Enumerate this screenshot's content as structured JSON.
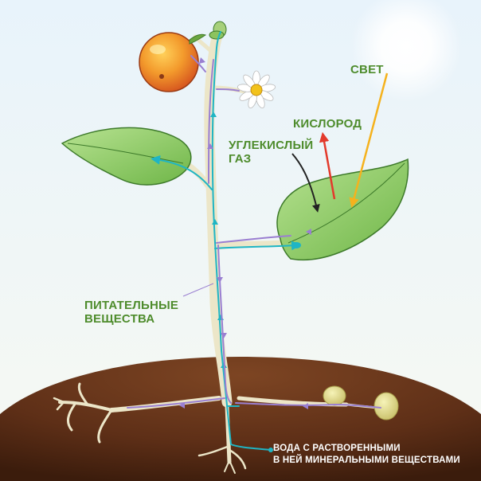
{
  "labels": {
    "light": "СВЕТ",
    "oxygen": "КИСЛОРОД",
    "co2_line1": "УГЛЕКИСЛЫЙ",
    "co2_line2": "ГАЗ",
    "nutrients_line1": "ПИТАТЕЛЬНЫЕ",
    "nutrients_line2": "ВЕЩЕСТВА",
    "water_line1": "ВОДА С РАСТВОРЕННЫМИ",
    "water_line2": "В НЕЙ МИНЕРАЛЬНЫМИ ВЕЩЕСТВАМИ"
  },
  "colors": {
    "sky_top": "#eaf4fb",
    "sky_bottom": "#f6f9f3",
    "soil": "#6e3a1f",
    "soil_dark": "#3f1e0d",
    "stem": "#ece6c8",
    "leaf": "#8fce63",
    "leaf_dark": "#3d7a2a",
    "water_path": "#1fb5c4",
    "nutrient_path": "#9a7fd1",
    "light_arrow": "#f5b21d",
    "oxygen_arrow": "#e33a2c",
    "co2_arrow": "#222222",
    "label_green": "#4e8c2c",
    "label_white": "#ffffff"
  }
}
